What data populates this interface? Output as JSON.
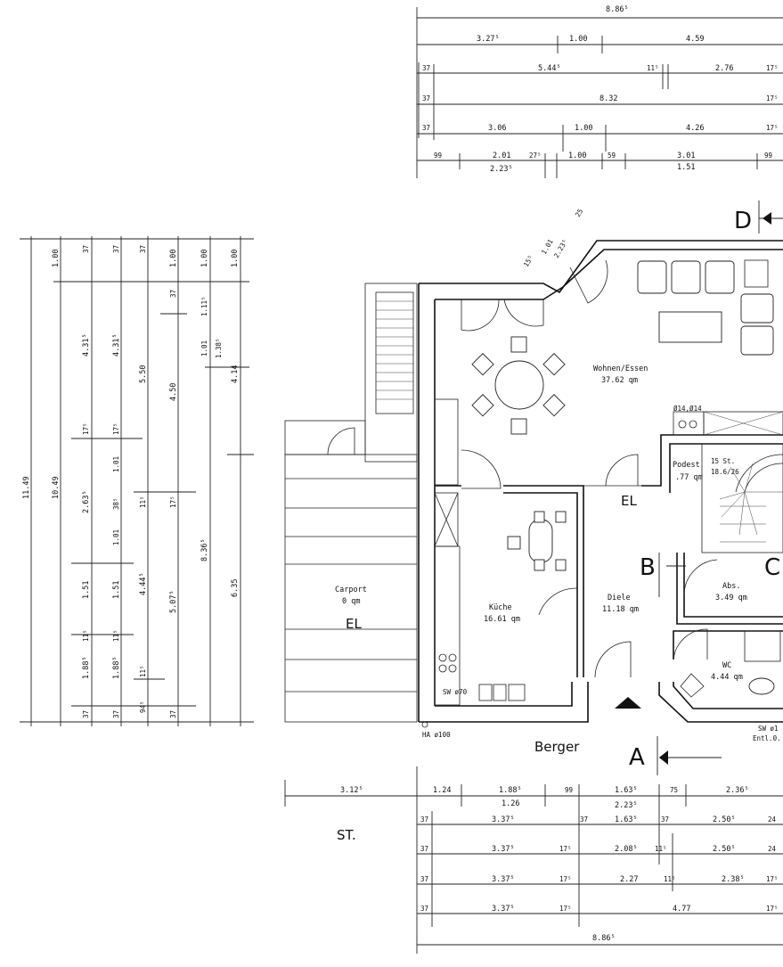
{
  "rooms": {
    "wohnen": {
      "name": "Wohnen/Essen",
      "area": "37.62 qm"
    },
    "kueche": {
      "name": "Küche",
      "area": "16.61 qm"
    },
    "diele": {
      "name": "Diele",
      "area": "11.18 qm"
    },
    "abs": {
      "name": "Abs.",
      "area": "3.49 qm"
    },
    "wc": {
      "name": "WC",
      "area": "4.44 qm"
    },
    "carport": {
      "name": "Carport",
      "area": "0 qm"
    },
    "podest": {
      "name": "Podest",
      "area": ".77 qm"
    }
  },
  "labels": {
    "el_wohnen": "EL",
    "el_carport": "EL",
    "berger": "Berger",
    "st": "ST.",
    "stair_steps": "15 St.",
    "stair_ratio": "18.6/26",
    "chimney": "Ø14,Ø14",
    "sw70": "SW ø70",
    "ha100": "HA ø100",
    "sw_right": "SW ø1",
    "entl": "Entl.0."
  },
  "sections": {
    "A": "A",
    "B": "B",
    "C": "C",
    "D": "D"
  },
  "top_dims": {
    "row1": [
      "8.86⁵"
    ],
    "row2": [
      "3.27⁵",
      "1.00",
      "4.59"
    ],
    "row3": [
      "37",
      "5.44⁵",
      "11⁵",
      "2.76",
      "17⁵"
    ],
    "row4": [
      "37",
      "8.32",
      "17⁵"
    ],
    "row5": [
      "37",
      "3.06",
      "1.00",
      "4.26",
      "17⁵"
    ],
    "row6": [
      "99",
      "2.01",
      "27⁵",
      "1.00",
      "59",
      "3.01",
      "99"
    ],
    "row6b": [
      "2.23⁵",
      "1.51"
    ]
  },
  "bay_dims": [
    "15⁵",
    "1.01",
    "2.23⁵",
    "25"
  ],
  "bottom_dims": {
    "row1": [
      "3.12⁵",
      "1.24",
      "1.88⁵",
      "99",
      "1.63⁵",
      "75",
      "2.36⁵"
    ],
    "row1b": [
      "1.26",
      "2.23⁵"
    ],
    "row2": [
      "37",
      "3.37⁵",
      "37",
      "1.63⁵",
      "37",
      "2.50⁵",
      "24"
    ],
    "row3": [
      "37",
      "3.37⁵",
      "17⁵",
      "2.08⁵",
      "11⁵",
      "2.50⁵",
      "24"
    ],
    "row4": [
      "37",
      "3.37⁵",
      "17⁵",
      "2.27",
      "11⁵",
      "2.38⁵",
      "17⁵"
    ],
    "row5": [
      "37",
      "3.37⁵",
      "17⁵",
      "4.77",
      "17⁵"
    ],
    "row6": [
      "8.86⁵"
    ]
  },
  "left_dims": {
    "c1": [
      "11.49"
    ],
    "c2": [
      "10.49"
    ],
    "c3": [
      "1.00",
      "37",
      "4.31⁵",
      "17⁵",
      "2.63⁵",
      "1.51",
      "11⁵",
      "1.88⁵",
      "37"
    ],
    "c4": [
      "37",
      "4.31⁵",
      "17⁵",
      "1.01",
      "38⁵",
      "1.01",
      "1.51",
      "11⁵",
      "1.88⁵",
      "37"
    ],
    "c5": [
      "37",
      "5.50",
      "11⁵",
      "4.44⁵",
      "11⁵",
      "94⁵"
    ],
    "c6": [
      "1.00",
      "37",
      "4.50",
      "17⁵",
      "5.07⁵",
      "37"
    ],
    "c7": [
      "1.00",
      "1.11⁵",
      "1.01",
      "8.36⁵"
    ],
    "c8": [
      "1.00",
      "1.38⁵",
      "4.14",
      "6.35"
    ]
  }
}
